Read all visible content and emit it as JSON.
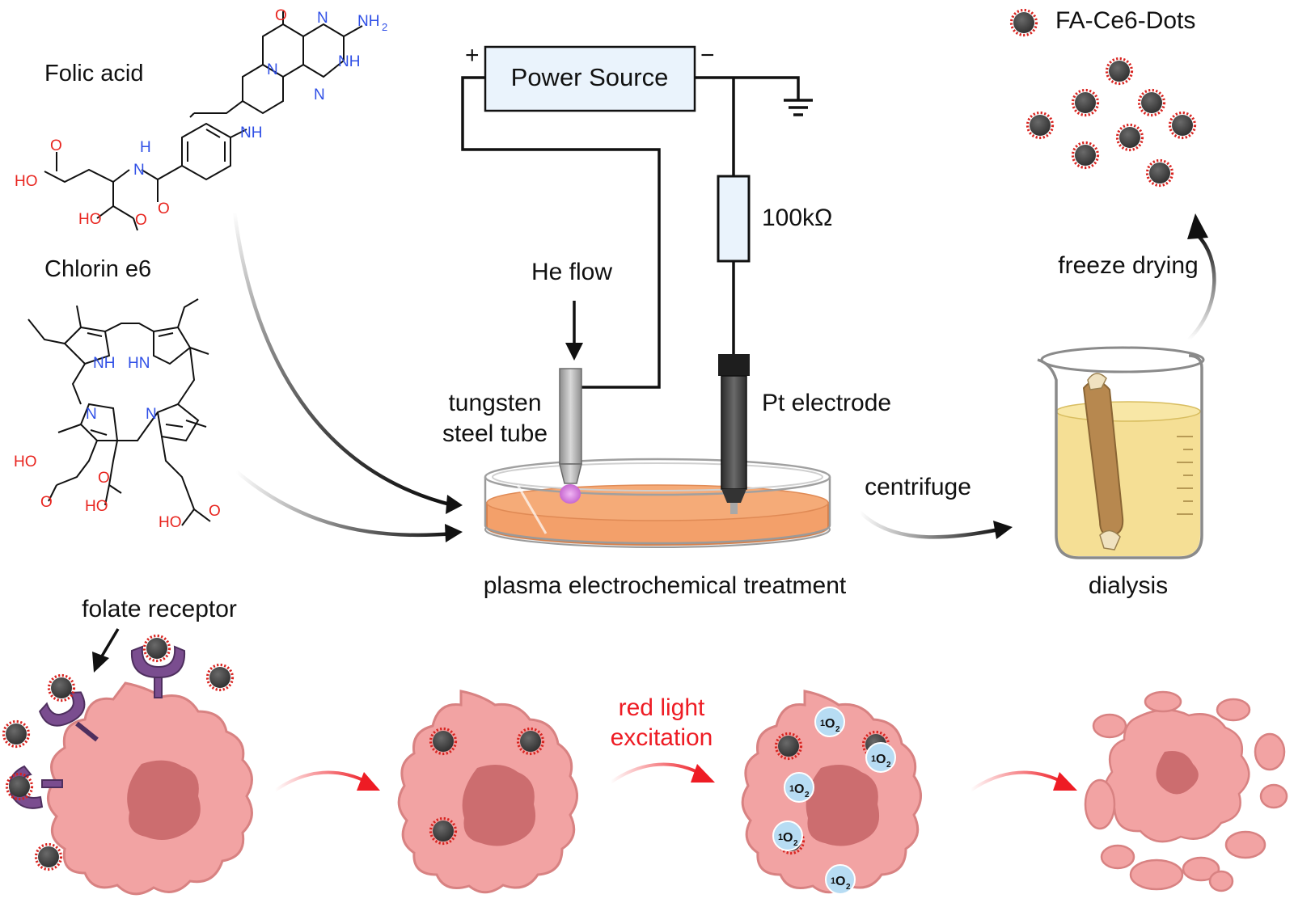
{
  "labels": {
    "folic_acid": "Folic acid",
    "chlorin_e6": "Chlorin e6",
    "power_source": "Power Source",
    "plus": "+",
    "minus": "−",
    "resistor": "100kΩ",
    "he_flow": "He flow",
    "tube_line1": "tungsten",
    "tube_line2": "steel tube",
    "pt_electrode": "Pt electrode",
    "treatment": "plasma electrochemical treatment",
    "centrifuge": "centrifuge",
    "dialysis": "dialysis",
    "freeze_drying": "freeze drying",
    "legend_dots": "FA-Ce6-Dots",
    "folate_receptor": "folate receptor",
    "red_light_1": "red light",
    "red_light_2": "excitation",
    "singlet_oxygen_sup": "1",
    "singlet_oxygen_main": "O",
    "singlet_oxygen_sub": "2"
  },
  "chem_atoms": {
    "O": "O",
    "N": "N",
    "NH": "NH",
    "NH2_N": "NH",
    "NH2_sub": "2",
    "H": "H",
    "HO": "HO",
    "HN": "HN"
  },
  "colors": {
    "dot_core": "#3f3f3f",
    "dot_spikes": "#d8231f",
    "cell_fill": "#f2a3a3",
    "cell_edge": "#d88282",
    "nucleus": "#cc6d6f",
    "receptor": "#7a4d8f",
    "arrow_red": "#ee1c24",
    "oxygen_bubble": "#b7dcf3",
    "liquid": "#f19a63",
    "beaker_liquid": "#f6dd85"
  }
}
